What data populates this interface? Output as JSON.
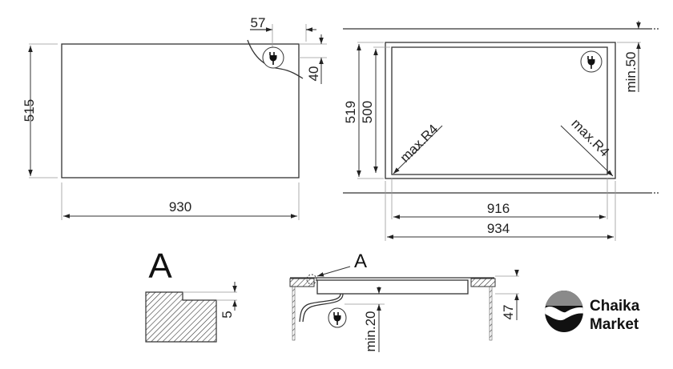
{
  "top_view": {
    "width": "930",
    "depth": "515",
    "plug_offset_x": "57",
    "plug_offset_y": "40"
  },
  "cutout_view": {
    "outer_width": "934",
    "inner_width": "916",
    "outer_depth": "519",
    "inner_depth": "500",
    "back_clearance": "min.50",
    "corner_radius_left": "max.R4",
    "corner_radius_right": "max.R4"
  },
  "detail": {
    "label": "A",
    "step_height": "5"
  },
  "section": {
    "detail_ref": "A",
    "below_clearance": "min.20",
    "height": "47"
  },
  "logo": {
    "line1": "Chaika",
    "line2": "Market"
  },
  "icons": {
    "plug": "plug-icon"
  }
}
